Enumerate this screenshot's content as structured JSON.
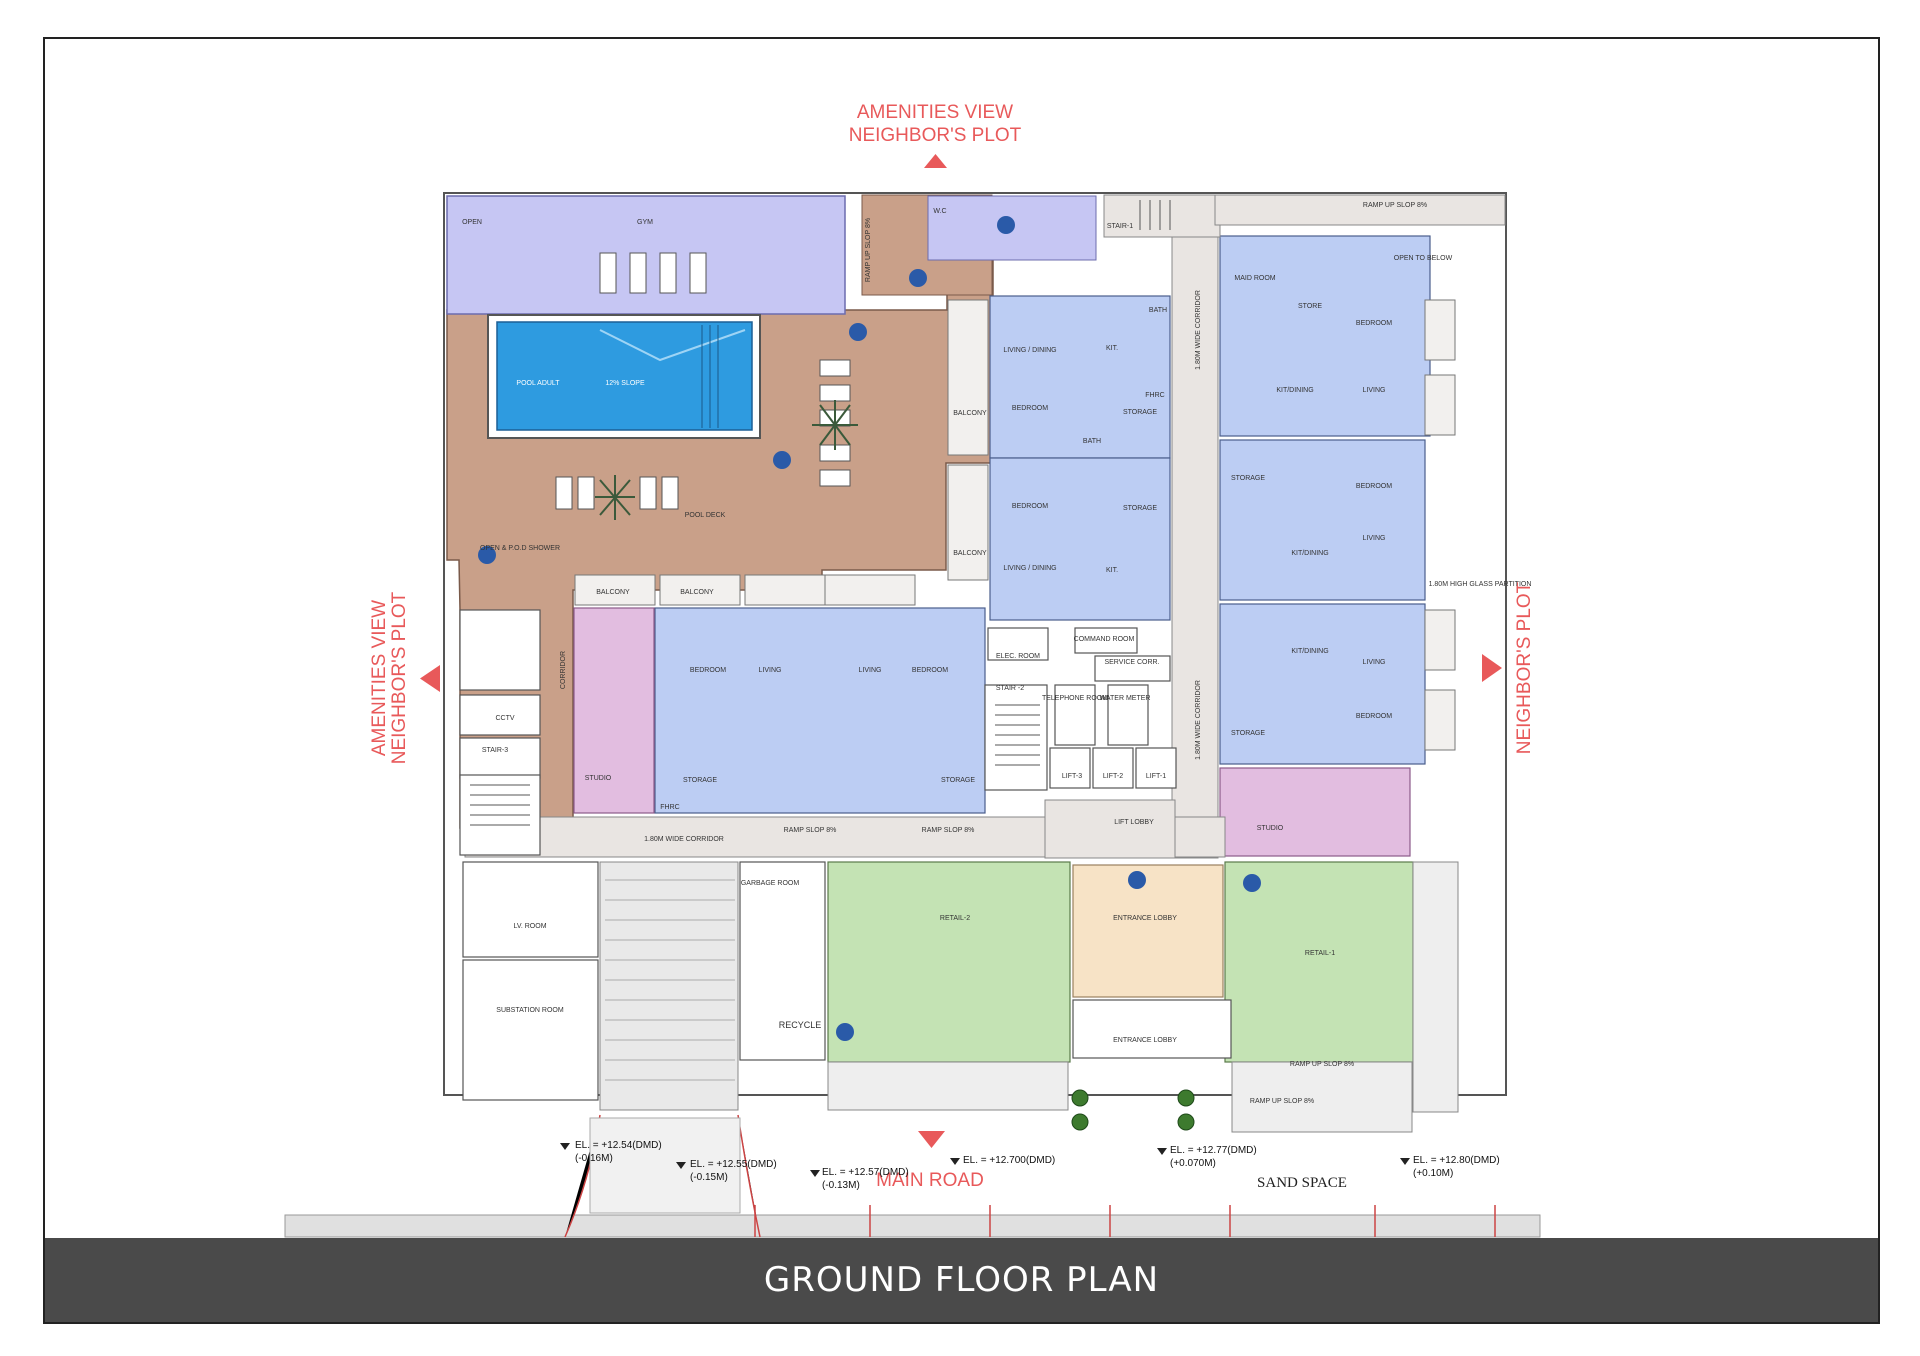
{
  "title": "GROUND FLOOR PLAN",
  "directions": {
    "top": [
      "AMENITIES VIEW",
      "NEIGHBOR'S PLOT"
    ],
    "left": [
      "AMENITIES VIEW",
      "NEIGHBOR'S PLOT"
    ],
    "right": "NEIGHBOR'S PLOT",
    "bottom": "MAIN ROAD",
    "sand": "SAND SPACE"
  },
  "colors": {
    "amenity": "#c9a089",
    "gym": "#c6c6f3",
    "pool": "#2e9be0",
    "unit": "#bccdf3",
    "studio": "#e2bde0",
    "retail": "#c4e3b4",
    "lobby": "#f7e3c6",
    "corridor": "#e9e5e2",
    "accent": "#e8595a"
  },
  "rooms": {
    "gym": "GYM",
    "open": "OPEN",
    "pool_adult": "POOL ADULT",
    "slope": "12% SLOPE",
    "pool_deck": "POOL DECK",
    "shower": "OPEN & P.O.D SHOWER",
    "balcony": "BALCONY",
    "bedroom": "BEDROOM",
    "living": "LIVING",
    "living_dining": "LIVING / DINING",
    "kit_dining": "KIT/DINING",
    "kit": "KIT.",
    "bath": "BATH",
    "storage": "STORAGE",
    "store": "STORE",
    "maid": "MAID ROOM",
    "studio": "STUDIO",
    "corridor": "1.80M WIDE CORRIDOR",
    "ramp": "RAMP SLOP 8%",
    "ramp_up": "RAMP UP SLOP 8%",
    "lift_lobby": "LIFT LOBBY",
    "lift1": "LIFT-1",
    "lift2": "LIFT-2",
    "lift3": "LIFT-3",
    "stair1": "STAIR-1",
    "stair2": "STAIR -2",
    "stair3": "STAIR-3",
    "elec": "ELEC. ROOM",
    "command": "COMMAND ROOM",
    "service": "SERVICE CORR.",
    "telephone": "TELEPHONE ROOM",
    "water": "WATER METER",
    "cctv": "CCTV",
    "lv_room": "LV. ROOM",
    "substation": "SUBSTATION ROOM",
    "garbage": "GARBAGE ROOM",
    "recycle": "RECYCLE",
    "retail1": "RETAIL-1",
    "retail2": "RETAIL-2",
    "entrance_lobby": "ENTRANCE LOBBY",
    "wc": "W.C",
    "fhrc": "FHRC",
    "corridor_v": "CORRIDOR",
    "open_below": "OPEN TO BELOW",
    "glass": "1.80M HIGH GLASS PARTITION"
  },
  "levels": [
    {
      "el": "EL. = +12.54(DMD)",
      "delta": "(-0.16M)"
    },
    {
      "el": "EL. = +12.55(DMD)",
      "delta": "(-0.15M)"
    },
    {
      "el": "EL. = +12.57(DMD)",
      "delta": "(-0.13M)"
    },
    {
      "el": "EL. = +12.700(DMD)",
      "delta": ""
    },
    {
      "el": "EL. = +12.77(DMD)",
      "delta": "(+0.070M)"
    },
    {
      "el": "EL. = +12.80(DMD)",
      "delta": "(+0.10M)"
    }
  ]
}
